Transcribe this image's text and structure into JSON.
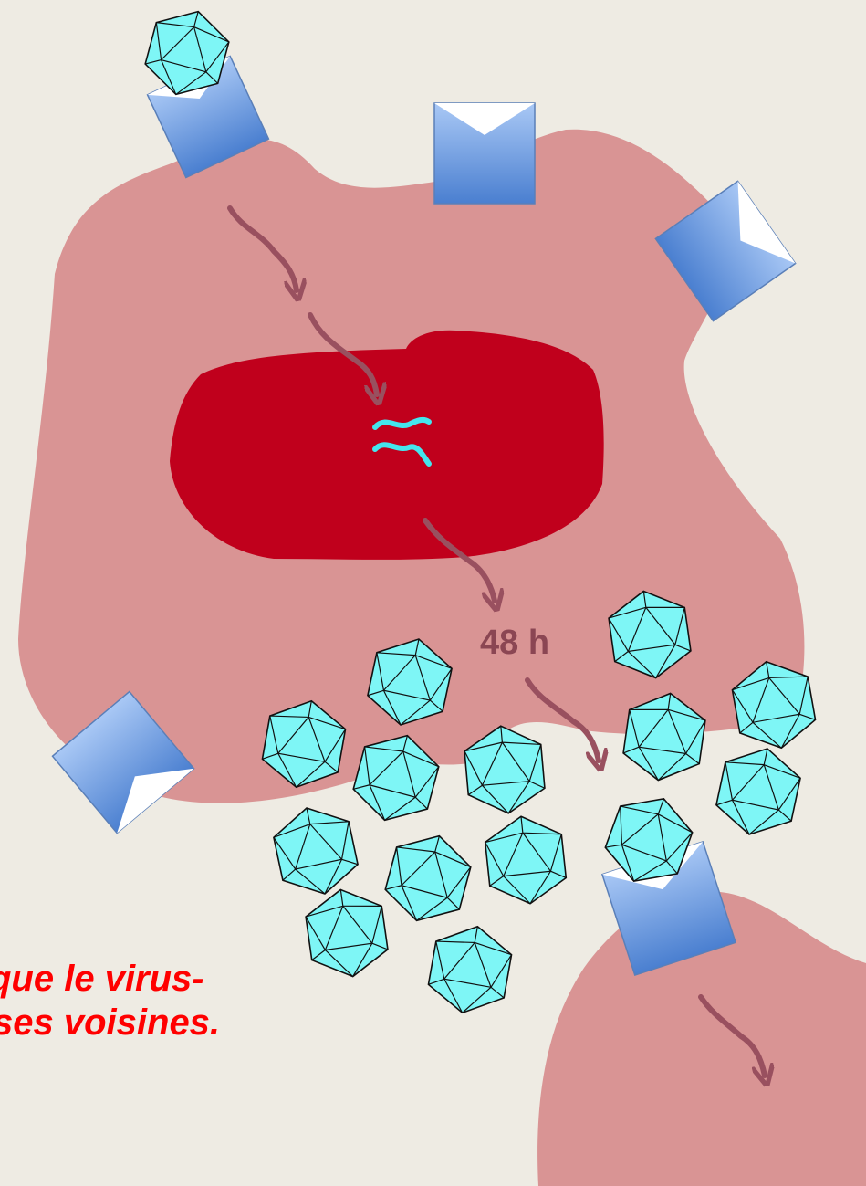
{
  "diagram": {
    "time_label": "48 h",
    "caption_line1": "que le  virus-",
    "caption_line2": "ses voisines.",
    "colors": {
      "background": "#eeebe3",
      "cell": "#d99494",
      "nucleus": "#c0001c",
      "virus_fill": "#7ef6f6",
      "receptor_light": "#a9c8f5",
      "receptor_dark": "#4a7fd0",
      "arrow": "#99505f",
      "caption": "#ff0000"
    },
    "icons": [
      "virus-icon",
      "receptor-icon",
      "arrow-icon",
      "genome-icon"
    ]
  }
}
